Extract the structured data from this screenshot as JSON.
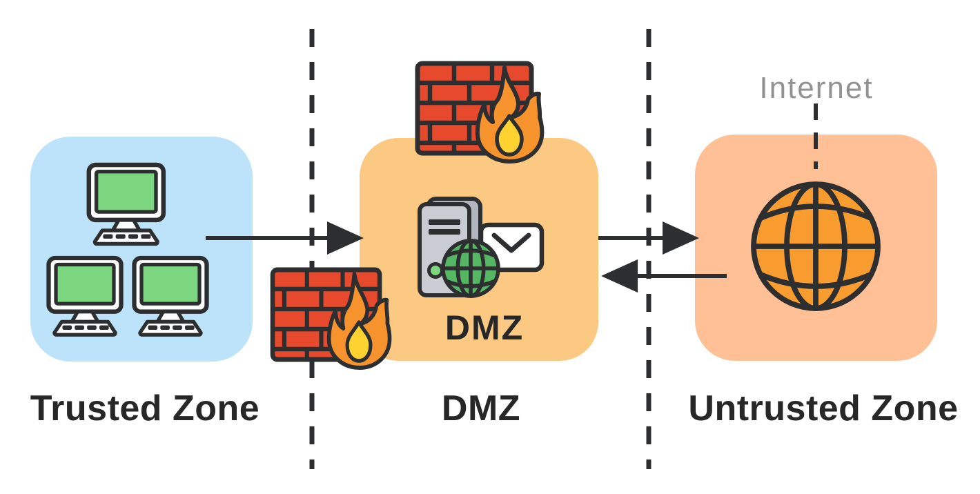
{
  "colors": {
    "background": "#ffffff",
    "outline": "#2d2e30",
    "trustedFill": "#bde3fa",
    "dmzFill": "#fbc982",
    "untrustedFill": "#ffc095",
    "brick": "#e7492d",
    "flameOuter": "#f6932c",
    "flameInner": "#ffd32f",
    "screenGreen": "#7cd57f",
    "globeGreen": "#55b763",
    "globeOrange": "#f89c2f",
    "serverFront": "#c9cdd3",
    "serverSide": "#b2b7bf",
    "envelopeWhite": "#ffffff",
    "internetText": "#929292",
    "labelText": "#272727"
  },
  "zones": [
    {
      "id": "trusted",
      "label": "Trusted Zone"
    },
    {
      "id": "dmz",
      "label": "DMZ",
      "inner_label": "DMZ"
    },
    {
      "id": "untrusted",
      "label": "Untrusted Zone",
      "annotation": "Internet"
    }
  ],
  "flows": [
    {
      "from": "Trusted Zone",
      "to": "DMZ",
      "direction": "right"
    },
    {
      "from": "DMZ",
      "to": "Untrusted Zone",
      "direction": "right"
    },
    {
      "from": "Untrusted Zone",
      "to": "DMZ",
      "direction": "left"
    }
  ],
  "firewalls": [
    {
      "location": "boundary between Trusted Zone and DMZ"
    },
    {
      "location": "boundary between DMZ and Untrusted Zone"
    }
  ],
  "icons": {
    "computer": "desktop-computer-with-keyboard",
    "firewall": "brick-wall-with-flame",
    "server": "server-tower",
    "mail": "envelope-with-chevron",
    "globe_green": "wireframe-globe-green",
    "globe_orange": "wireframe-globe-orange"
  }
}
